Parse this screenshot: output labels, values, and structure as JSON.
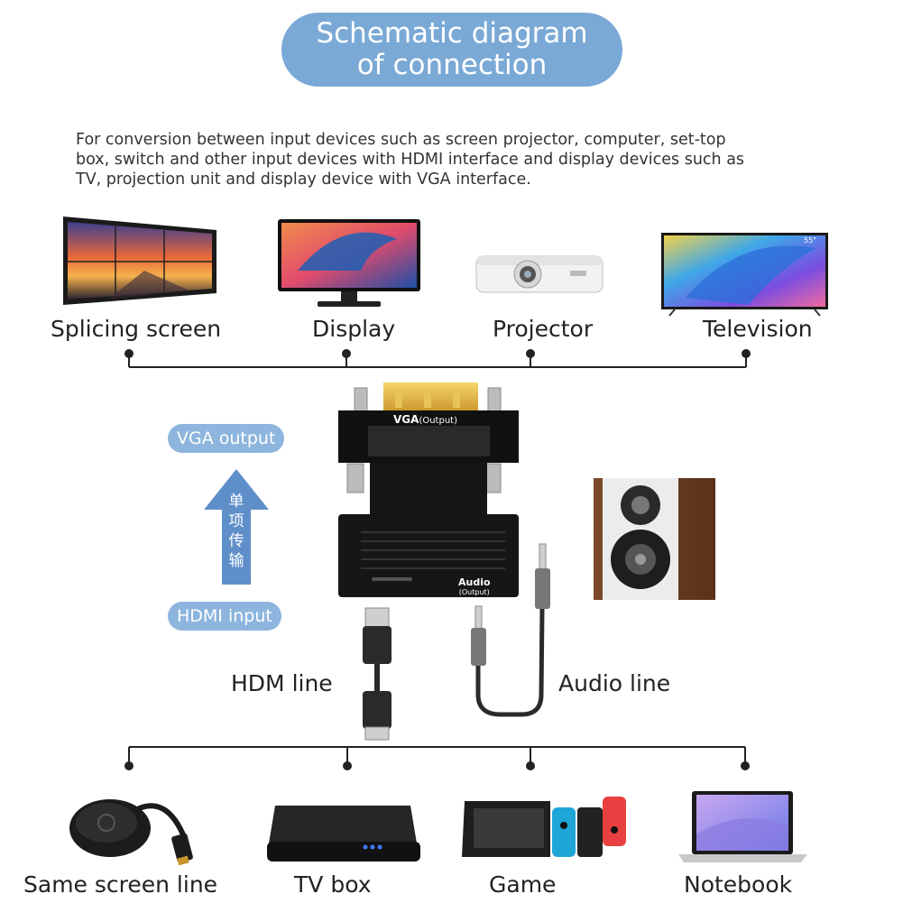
{
  "title": {
    "line1": "Schematic diagram",
    "line2": "of connection"
  },
  "description": {
    "line1": "For conversion between input devices such as screen projector, computer, set-top",
    "line2": "box, switch and other input devices with HDMI interface and display devices such as",
    "line3": "TV, projection unit and display device with VGA interface."
  },
  "outputs": [
    "Splicing screen",
    "Display",
    "Projector",
    "Television"
  ],
  "inputs": [
    "Same screen line",
    "TV box",
    "Game",
    "Notebook"
  ],
  "badges": {
    "vga_output": "VGA output",
    "hdmi_input": "HDMI input"
  },
  "arrow_text": [
    "单",
    "项",
    "传",
    "输"
  ],
  "adapter": {
    "vga_label": "VGA",
    "vga_sub": "(Output)",
    "audio_label": "Audio",
    "audio_sub": "(Output)"
  },
  "cables": {
    "hdmi": "HDM line",
    "audio": "Audio line"
  },
  "tv_badge": "55\""
}
